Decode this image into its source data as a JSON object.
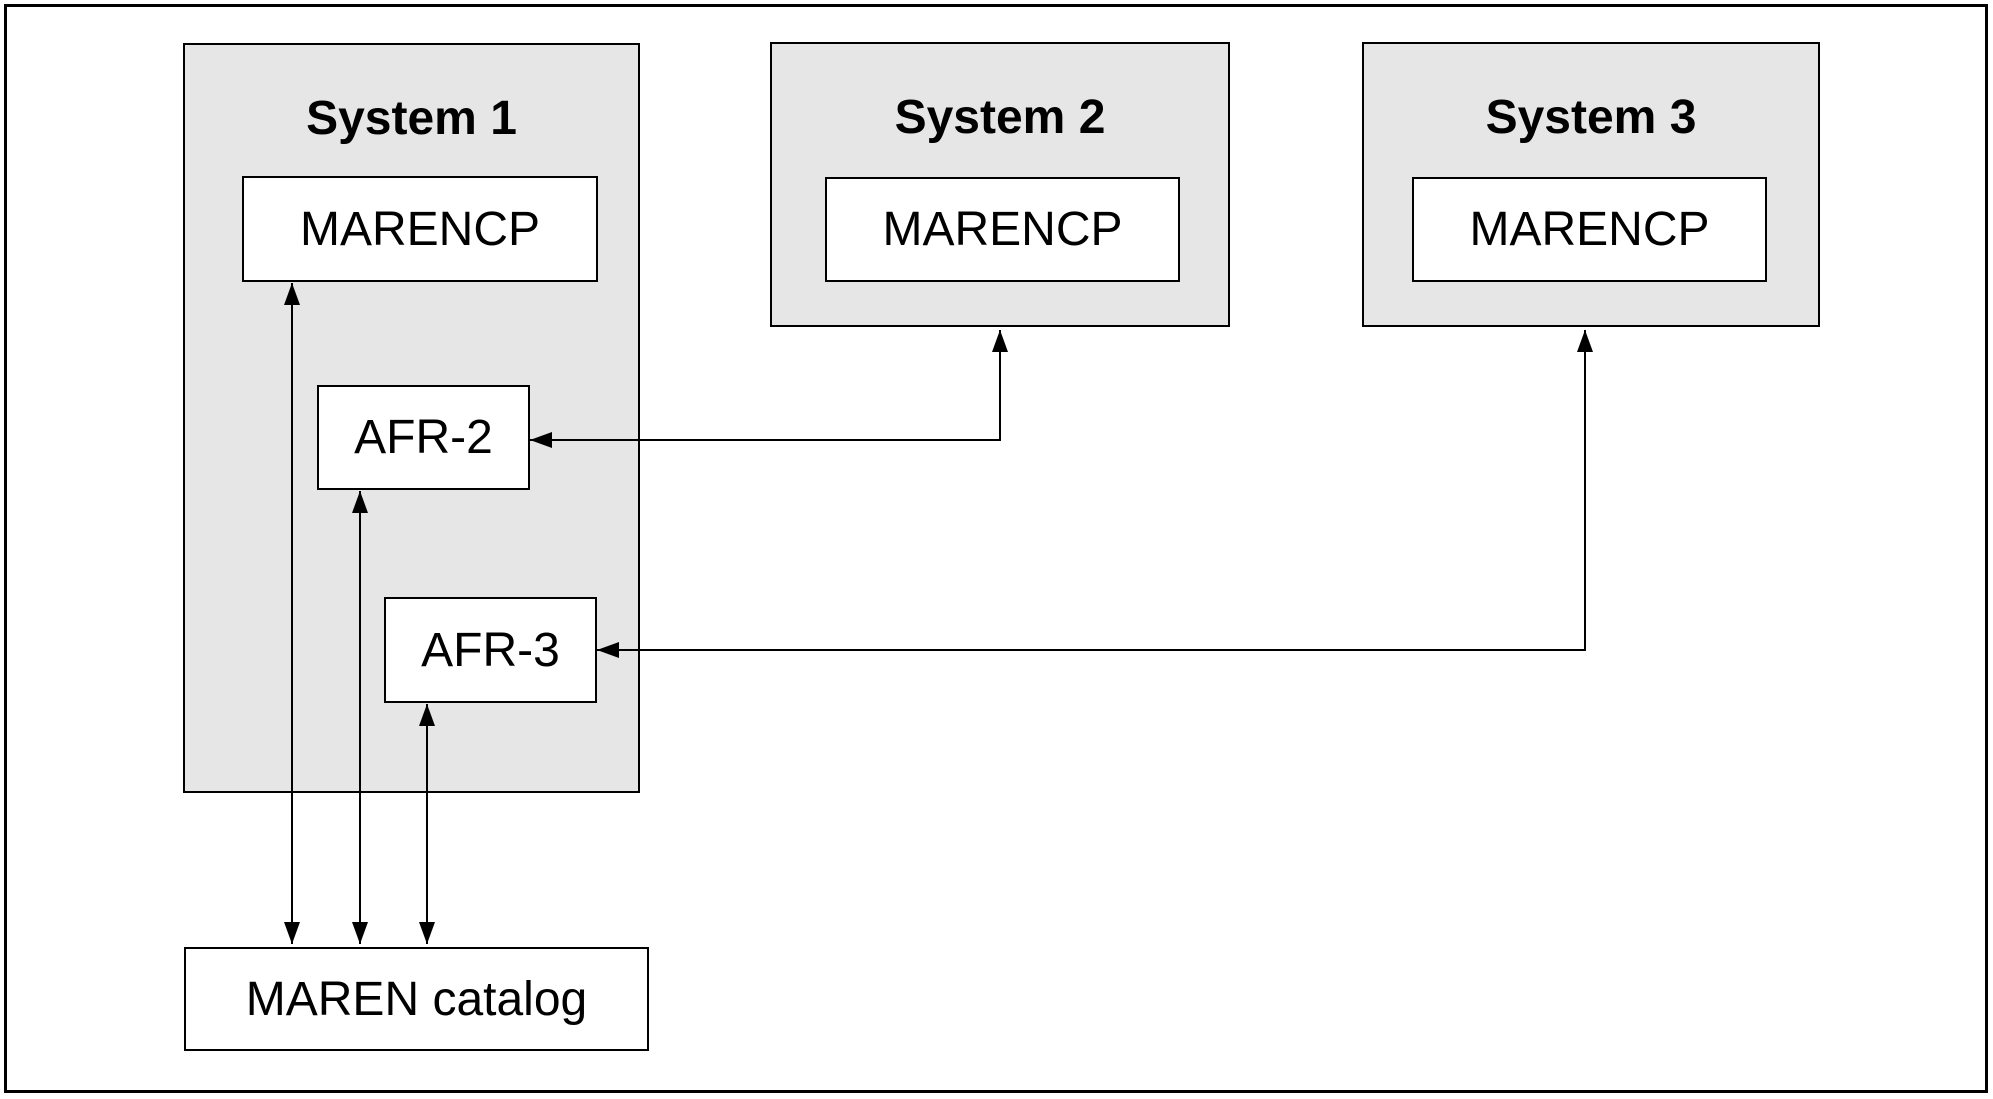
{
  "diagram": {
    "type": "block-diagram",
    "systems": [
      {
        "title": "System 1",
        "nodes": [
          {
            "label": "MARENCP"
          },
          {
            "label": "AFR-2"
          },
          {
            "label": "AFR-3"
          }
        ]
      },
      {
        "title": "System 2",
        "nodes": [
          {
            "label": "MARENCP"
          }
        ]
      },
      {
        "title": "System 3",
        "nodes": [
          {
            "label": "MARENCP"
          }
        ]
      }
    ],
    "catalog": {
      "label": "MAREN catalog"
    },
    "colors": {
      "system_fill": "#e6e6e6",
      "node_fill": "#ffffff",
      "line": "#000000",
      "background": "#ffffff"
    },
    "connections": [
      {
        "from": "MARENCP (System 1)",
        "to": "MAREN catalog",
        "style": "double-headed-vertical"
      },
      {
        "from": "AFR-2 (System 1)",
        "to": "MAREN catalog",
        "style": "double-headed-vertical"
      },
      {
        "from": "AFR-3 (System 1)",
        "to": "MAREN catalog",
        "style": "double-headed-vertical"
      },
      {
        "from": "System 2",
        "to": "AFR-2 (System 1)",
        "style": "double-headed-bent"
      },
      {
        "from": "System 3",
        "to": "AFR-3 (System 1)",
        "style": "double-headed-bent"
      }
    ]
  }
}
